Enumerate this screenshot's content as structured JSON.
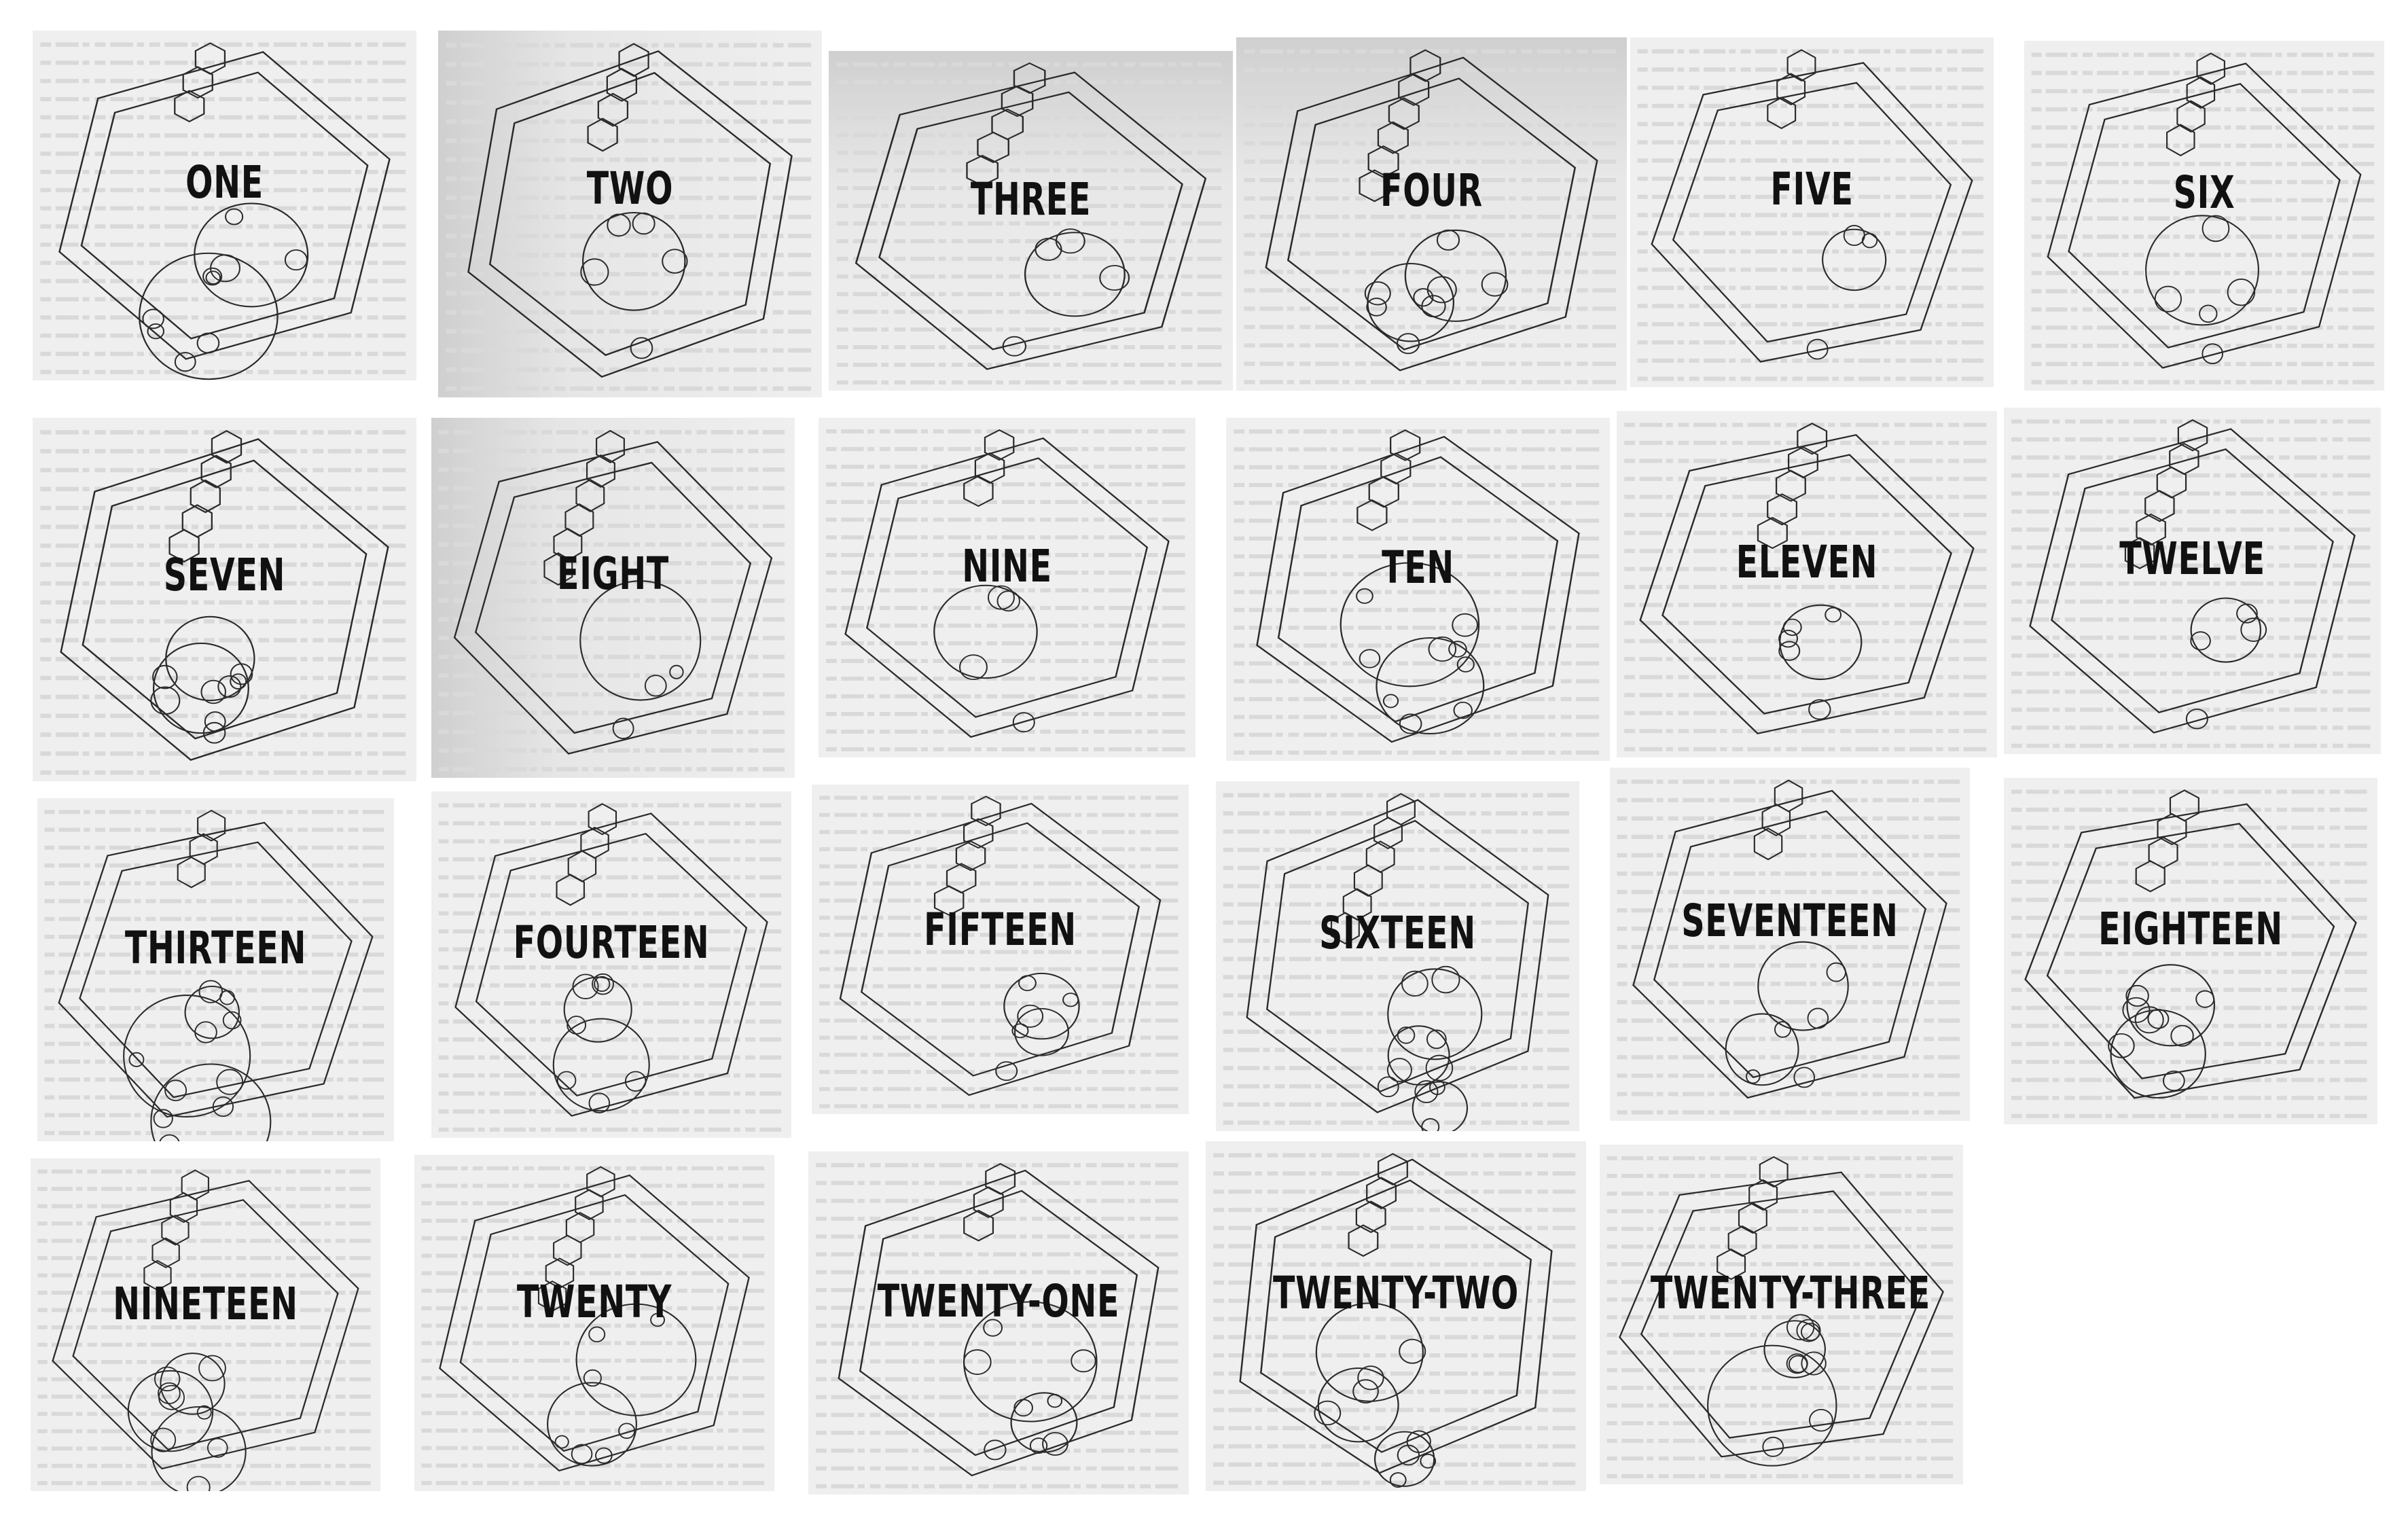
{
  "tiles": [
    {
      "label": "ONE"
    },
    {
      "label": "TWO"
    },
    {
      "label": "THREE"
    },
    {
      "label": "FOUR"
    },
    {
      "label": "FIVE"
    },
    {
      "label": "SIX"
    },
    {
      "label": "SEVEN"
    },
    {
      "label": "EIGHT"
    },
    {
      "label": "NINE"
    },
    {
      "label": "TEN"
    },
    {
      "label": "ELEVEN"
    },
    {
      "label": "TWELVE"
    },
    {
      "label": "THIRTEEN"
    },
    {
      "label": "FOURTEEN"
    },
    {
      "label": "FIFTEEN"
    },
    {
      "label": "SIXTEEN"
    },
    {
      "label": "SEVENTEEN"
    },
    {
      "label": "EIGHTEEN"
    },
    {
      "label": "NINETEEN"
    },
    {
      "label": "TWENTY"
    },
    {
      "label": "TWENTY-ONE"
    },
    {
      "label": "TWENTY-TWO"
    },
    {
      "label": "TWENTY-THREE"
    }
  ],
  "colors": {
    "tile_background": "#efefef",
    "ink": "#111111",
    "stroke": "#2a2a2a"
  }
}
